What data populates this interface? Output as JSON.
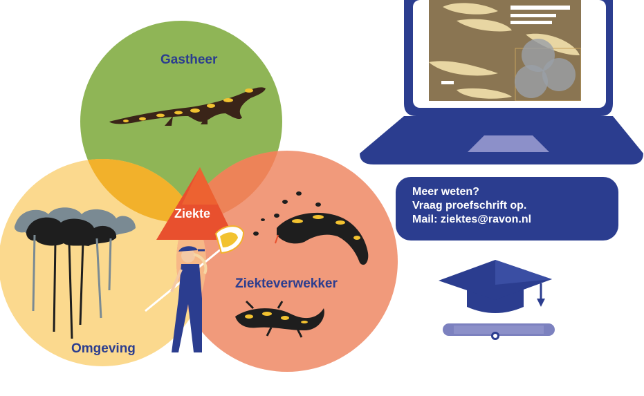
{
  "venn": {
    "host_label": "Gastheer",
    "disease_label": "Ziekte",
    "pathogen_label": "Ziekteverwekker",
    "environment_label": "Omgeving"
  },
  "info": {
    "line1": "Meer weten?",
    "line2": "Vraag proefschrift op.",
    "line3": "Mail: ziektes@ravon.nl"
  },
  "colors": {
    "host_circle": "#8fb556",
    "pathogen_circle": "#f19a7b",
    "environment_circle": "#fbd98e",
    "overlap_host_env": "#f2b12b",
    "disease_center": "#e8502e",
    "brand_blue": "#2b3d8f",
    "diploma": "#7c81bf"
  },
  "icons": [
    "fire-salamander-icon",
    "infected-salamander-icon",
    "flies-icon",
    "trees-icon",
    "researcher-with-net-icon",
    "laptop-icon",
    "graduation-cap-icon",
    "diploma-scroll-icon"
  ]
}
